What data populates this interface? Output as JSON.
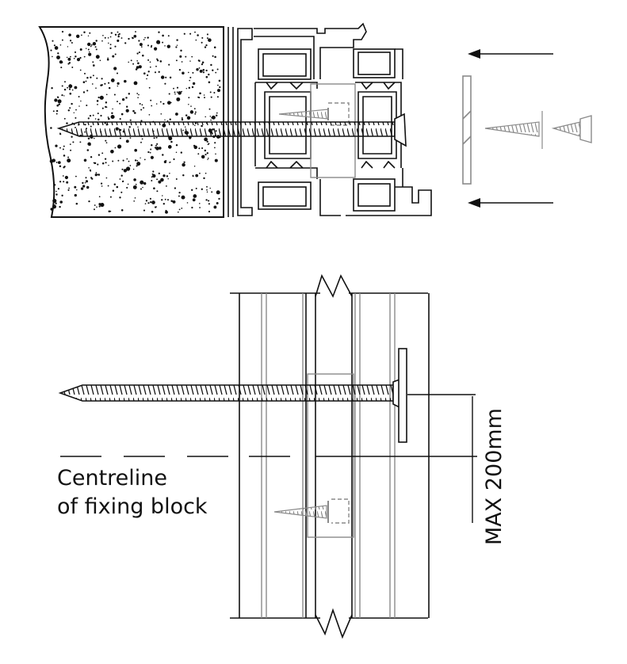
{
  "labels": {
    "centreline_line1": "Centreline",
    "centreline_line2": "of fixing block",
    "dimension": "MAX 200mm"
  },
  "colors": {
    "ink": "#111111",
    "grey": "#8a8a8a",
    "white": "#ffffff"
  }
}
